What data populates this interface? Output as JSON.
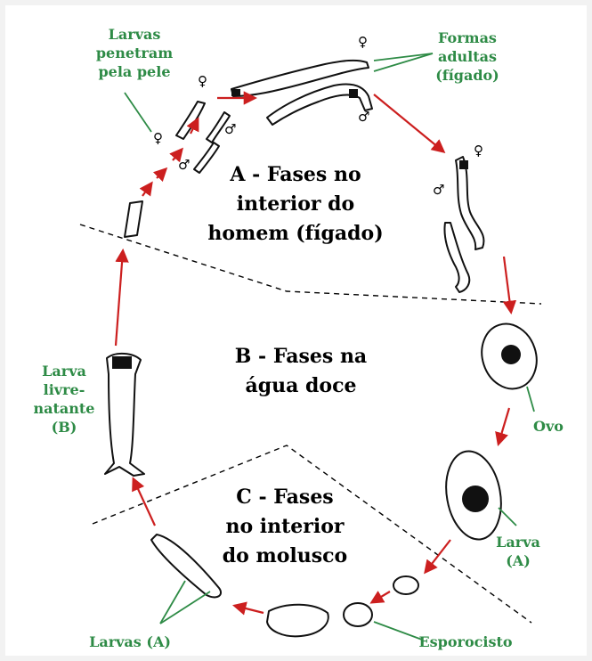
{
  "zones": {
    "a": "A - Fases no\ninterior do\nhomem (fígado)",
    "b": "B - Fases na\nágua doce",
    "c": "C - Fases\nno interior\ndo molusco"
  },
  "labels": {
    "larvas_penetram": "Larvas\npenetram\npela pele",
    "formas_adultas": "Formas\nadultas\n(fígado)",
    "ovo": "Ovo",
    "larva_a": "Larva\n(A)",
    "esporocisto": "Esporocisto",
    "larvas_a": "Larvas (A)",
    "larva_livre": "Larva\nlivre-\nnatante\n(B)"
  },
  "symbols": {
    "female": "♀",
    "male": "♂"
  },
  "colors": {
    "label_green": "#2e8b46",
    "arrow_red": "#cc1f1f",
    "ink": "#111111"
  }
}
